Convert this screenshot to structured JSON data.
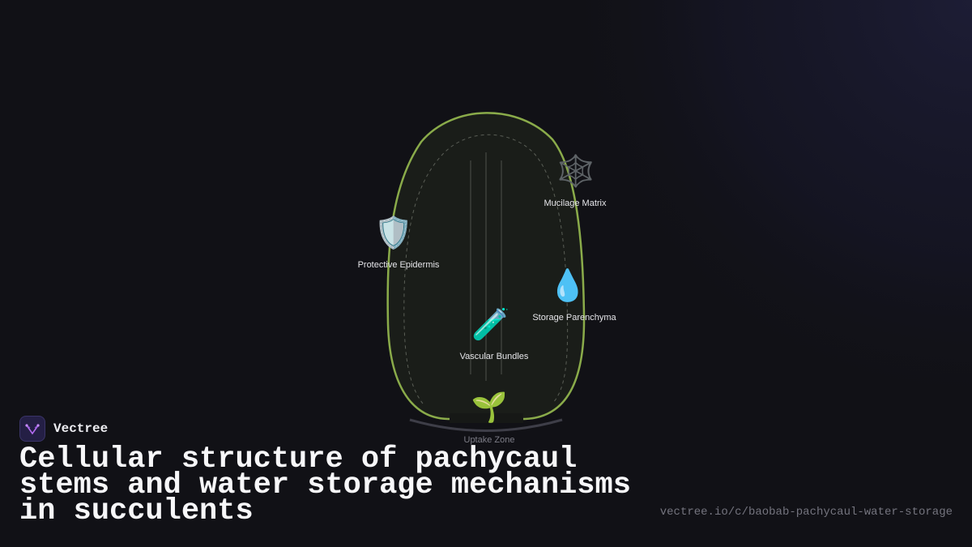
{
  "brand": {
    "name": "Vectree",
    "logo_icon": "vectree-logo-icon",
    "logo_color": "#b36bf0"
  },
  "title": "Cellular structure of pachycaul stems and water storage mechanisms in succulents",
  "url": "vectree.io/c/baobab-pachycaul-water-storage",
  "colors": {
    "background": "#111116",
    "stem_outline": "#8aab4a",
    "stem_fill": "#1a1d19",
    "label_text": "#e6e6ea",
    "muted_text": "#7c7c86"
  },
  "diagram": {
    "nodes": [
      {
        "id": "mucilage",
        "label": "Mucilage Matrix",
        "icon": "spider-web-icon",
        "glyph": "🕸️"
      },
      {
        "id": "epidermis",
        "label": "Protective Epidermis",
        "icon": "shield-icon",
        "glyph": "🛡️"
      },
      {
        "id": "parenchyma",
        "label": "Storage Parenchyma",
        "icon": "water-droplet-icon",
        "glyph": "💧"
      },
      {
        "id": "vascular",
        "label": "Vascular Bundles",
        "icon": "test-tube-icon",
        "glyph": "🧪"
      },
      {
        "id": "uptake",
        "label": "Uptake Zone",
        "icon": "seedling-icon",
        "glyph": "🌱"
      }
    ]
  }
}
